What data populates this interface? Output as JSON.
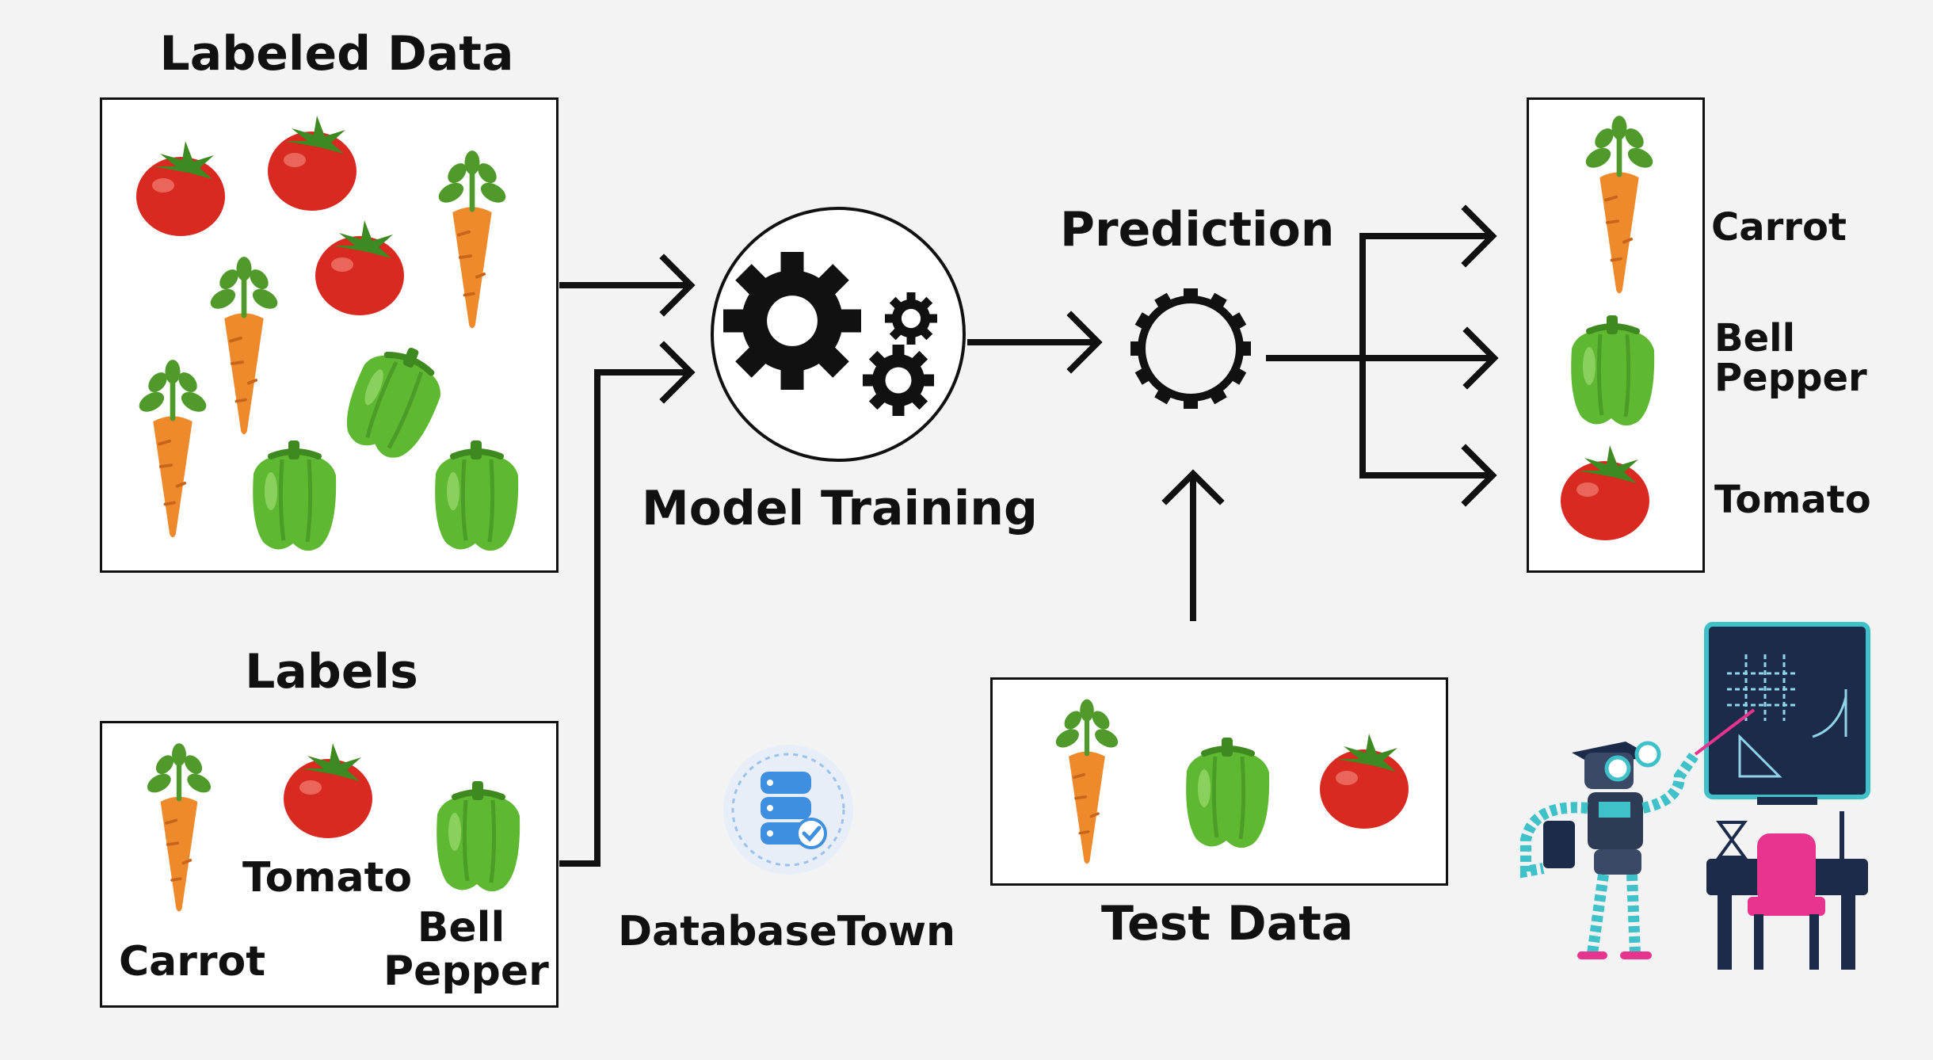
{
  "titles": {
    "labeled_data": "Labeled Data",
    "labels": "Labels",
    "model_training": "Model Training",
    "prediction": "Prediction",
    "test_data": "Test Data",
    "brand": "DatabaseTown"
  },
  "label_box": {
    "carrot": "Carrot",
    "tomato": "Tomato",
    "bell_pepper": [
      "Bell",
      "Pepper"
    ]
  },
  "results": {
    "carrot": "Carrot",
    "bell_pepper": [
      "Bell",
      "Pepper"
    ],
    "tomato": "Tomato"
  },
  "icons": [
    "tomato-icon",
    "carrot-icon",
    "bell-pepper-icon",
    "gears-icon",
    "gear-outline-icon",
    "database-icon",
    "robot-icon",
    "chalkboard-icon",
    "hourglass-icon",
    "desk-icon",
    "chair-icon"
  ],
  "colors": {
    "tomato": "#d82a20",
    "carrot": "#ee8a2c",
    "leaf": "#4f9a2a",
    "pepper": "#5fb832",
    "ink": "#111111",
    "board": "#1c2b4a",
    "board_frame": "#3fc1c9",
    "chair": "#e6348f",
    "db": "#3f8fe0"
  }
}
